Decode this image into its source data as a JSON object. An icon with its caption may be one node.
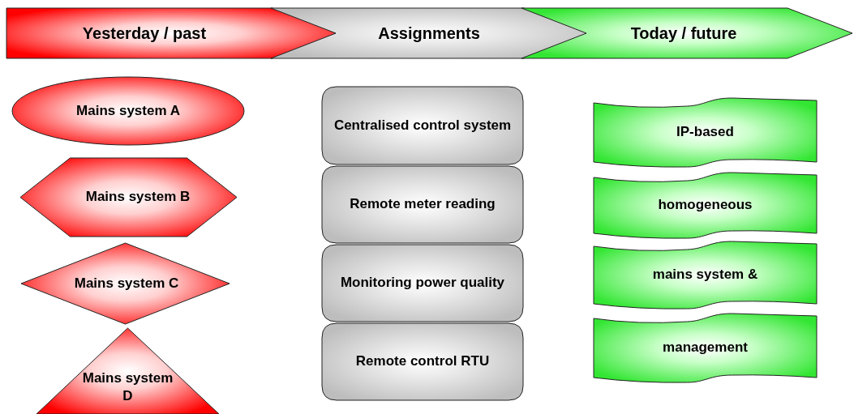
{
  "diagram": {
    "nodes": [
      {
        "text": [
          "Yesterday / past"
        ]
      },
      {
        "text": [
          "Assignments"
        ]
      },
      {
        "text": [
          "Today / future"
        ]
      },
      {
        "text": [
          "Mains system A"
        ]
      },
      {
        "text": [
          "Mains system B"
        ]
      },
      {
        "text": [
          "Mains system C"
        ]
      },
      {
        "text": [
          "Mains system D"
        ]
      },
      {
        "text": [
          "Centralised control system"
        ]
      },
      {
        "text": [
          "Remote meter reading"
        ]
      },
      {
        "text": [
          "Monitoring power quality"
        ]
      },
      {
        "text": [
          "Remote control RTU"
        ]
      },
      {
        "text": [
          "IP-based"
        ]
      },
      {
        "text": [
          "homogeneous"
        ]
      },
      {
        "text": [
          "mains system &"
        ]
      },
      {
        "text": [
          "management"
        ]
      }
    ],
    "edges": []
  }
}
